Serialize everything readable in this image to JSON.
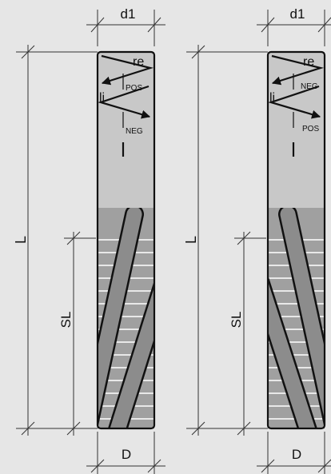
{
  "drawings": [
    {
      "name": "left-cutter",
      "top_arrow_label": "re",
      "bottom_arrow_label": "li",
      "small_labels": [
        "POS",
        "NEG"
      ],
      "vertical_mark": "I",
      "dims": {
        "top": "d1",
        "bottom": "D",
        "overall": "L",
        "spiral": "SL"
      }
    },
    {
      "name": "right-cutter",
      "top_arrow_label": "re",
      "bottom_arrow_label": "li",
      "small_labels": [
        "NEG",
        "POS"
      ],
      "vertical_mark": "I",
      "dims": {
        "top": "d1",
        "bottom": "D",
        "overall": "L",
        "spiral": "SL"
      }
    }
  ],
  "colors": {
    "background": "#e6e6e6",
    "shank": "#c8c8c8",
    "cutting_body": "#a0a0a0",
    "flute": "#8c8c8c",
    "lines": "#111111"
  }
}
